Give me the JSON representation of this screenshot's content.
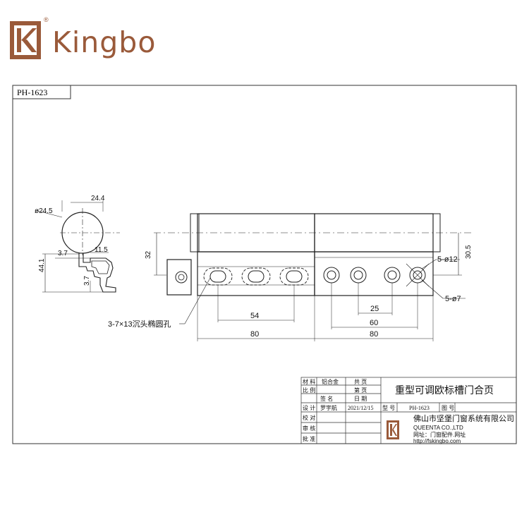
{
  "brand": {
    "name": "Kingbo",
    "reg_mark": "®",
    "logo_letter": "K",
    "color": "#9a5a3a"
  },
  "model_tag": "PH-1623",
  "dimensions": {
    "ball_diameter": "ø24.5",
    "top_width": "24.4",
    "offset_3_7_a": "3.7",
    "offset_11_5": "11.5",
    "height_44_1": "44.1",
    "offset_3_7_b": "3.7",
    "height_32": "32",
    "spacing_54": "54",
    "length_80_left": "80",
    "height_30_5": "30.5",
    "hole_12": "5-ø12",
    "hole_7": "5-ø7",
    "spacing_25": "25",
    "spacing_60": "60",
    "length_80_right": "80",
    "slot_note": "3-7×13沉头椭圆孔"
  },
  "title_block": {
    "product_title": "重型可调欧标槽门合页",
    "row_material": {
      "label": "材 料",
      "value": "铝合金",
      "total_label": "共 页"
    },
    "row_scale": {
      "label": "比 例",
      "page_label": "第 页"
    },
    "row_sign": {
      "sign_label": "签 名",
      "date_label": "日 期"
    },
    "row_design": {
      "label": "设 计",
      "designer": "罗宇航",
      "date": "2021/12/15",
      "model_label": "型 号",
      "model_value": "PH-1623",
      "drawing_no_label": "图 号"
    },
    "row_check": "校 对",
    "row_review": "审 核",
    "row_approve": "批 准",
    "company_cn": "佛山市坚堡门窗系统有限公司",
    "company_en": "QUEENTA CO.,LTD",
    "website_cn": "网址：门窗配件.网址",
    "website_url": "http://fskingbo.com"
  }
}
